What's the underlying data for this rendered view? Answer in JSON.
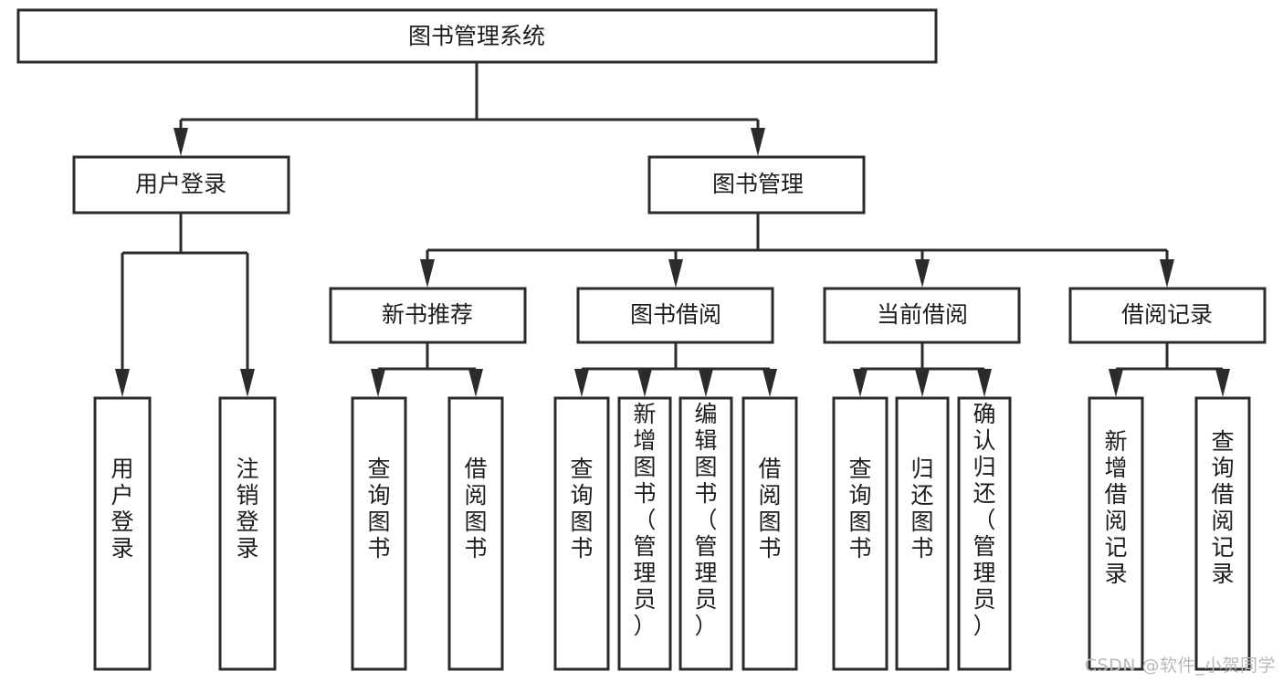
{
  "diagram": {
    "type": "tree-hierarchy",
    "title": "图书管理系统",
    "orientation": "top-down",
    "root": {
      "id": "root",
      "label": "图书管理系统",
      "level": 0
    },
    "level1": [
      {
        "id": "user-login",
        "label": "用户登录",
        "level": 1
      },
      {
        "id": "book-manage",
        "label": "图书管理",
        "level": 1
      }
    ],
    "level2": [
      {
        "id": "new-book-rec",
        "label": "新书推荐",
        "level": 2,
        "parent": "book-manage"
      },
      {
        "id": "book-borrow",
        "label": "图书借阅",
        "level": 2,
        "parent": "book-manage"
      },
      {
        "id": "current-borrow",
        "label": "当前借阅",
        "level": 2,
        "parent": "book-manage"
      },
      {
        "id": "borrow-record",
        "label": "借阅记录",
        "level": 2,
        "parent": "book-manage"
      }
    ],
    "leaves": [
      {
        "id": "leaf-user-login",
        "label": "用户登录",
        "parent": "user-login"
      },
      {
        "id": "leaf-logout-login",
        "label": "注销登录",
        "parent": "user-login"
      },
      {
        "id": "leaf-query-book-1",
        "label": "查询图书",
        "parent": "new-book-rec"
      },
      {
        "id": "leaf-borrow-book-1",
        "label": "借阅图书",
        "parent": "new-book-rec"
      },
      {
        "id": "leaf-query-book-2",
        "label": "查询图书",
        "parent": "book-borrow"
      },
      {
        "id": "leaf-add-book",
        "label": "新增图书（管理员）",
        "parent": "book-borrow"
      },
      {
        "id": "leaf-edit-book",
        "label": "编辑图书（管理员）",
        "parent": "book-borrow"
      },
      {
        "id": "leaf-borrow-book-2",
        "label": "借阅图书",
        "parent": "book-borrow"
      },
      {
        "id": "leaf-query-book-3",
        "label": "查询图书",
        "parent": "current-borrow"
      },
      {
        "id": "leaf-return-book",
        "label": "归还图书",
        "parent": "current-borrow"
      },
      {
        "id": "leaf-confirm-return",
        "label": "确认归还（管理员）",
        "parent": "current-borrow"
      },
      {
        "id": "leaf-add-record",
        "label": "新增借阅记录",
        "parent": "borrow-record"
      },
      {
        "id": "leaf-query-record",
        "label": "查询借阅记录",
        "parent": "borrow-record"
      }
    ]
  },
  "watermark": {
    "text": "CSDN @软件_小贺同学"
  },
  "colors": {
    "stroke": "#2b2b2b",
    "fill": "#ffffff",
    "text": "#1d1d1d",
    "watermark": "#b9b9b9"
  }
}
